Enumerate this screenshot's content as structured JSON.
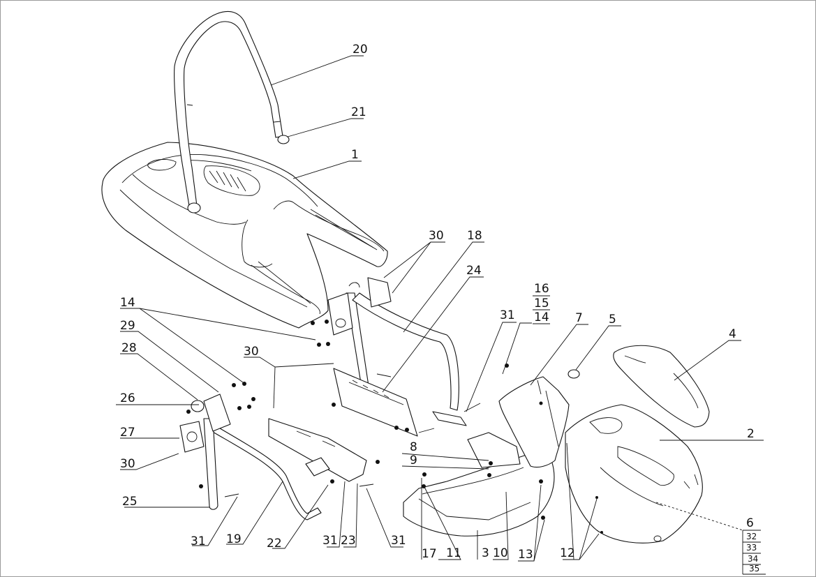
{
  "diagram": {
    "callouts": [
      {
        "id": "c20",
        "label": "20"
      },
      {
        "id": "c21",
        "label": "21"
      },
      {
        "id": "c1",
        "label": "1"
      },
      {
        "id": "c30a",
        "label": "30"
      },
      {
        "id": "c18",
        "label": "18"
      },
      {
        "id": "c24",
        "label": "24"
      },
      {
        "id": "c16",
        "label": "16"
      },
      {
        "id": "c15",
        "label": "15"
      },
      {
        "id": "c14a",
        "label": "14"
      },
      {
        "id": "c31a",
        "label": "31"
      },
      {
        "id": "c7",
        "label": "7"
      },
      {
        "id": "c5",
        "label": "5"
      },
      {
        "id": "c4",
        "label": "4"
      },
      {
        "id": "c2",
        "label": "2"
      },
      {
        "id": "c14b",
        "label": "14"
      },
      {
        "id": "c29",
        "label": "29"
      },
      {
        "id": "c28",
        "label": "28"
      },
      {
        "id": "c30b",
        "label": "30"
      },
      {
        "id": "c26",
        "label": "26"
      },
      {
        "id": "c27",
        "label": "27"
      },
      {
        "id": "c30c",
        "label": "30"
      },
      {
        "id": "c25",
        "label": "25"
      },
      {
        "id": "c8",
        "label": "8"
      },
      {
        "id": "c9",
        "label": "9"
      },
      {
        "id": "c31b",
        "label": "31"
      },
      {
        "id": "c19",
        "label": "19"
      },
      {
        "id": "c22",
        "label": "22"
      },
      {
        "id": "c31c",
        "label": "31"
      },
      {
        "id": "c23",
        "label": "23"
      },
      {
        "id": "c31d",
        "label": "31"
      },
      {
        "id": "c17",
        "label": "17"
      },
      {
        "id": "c11",
        "label": "11"
      },
      {
        "id": "c3",
        "label": "3"
      },
      {
        "id": "c10",
        "label": "10"
      },
      {
        "id": "c13",
        "label": "13"
      },
      {
        "id": "c12",
        "label": "12"
      },
      {
        "id": "c6",
        "label": "6"
      }
    ],
    "sub_list_6": [
      "32",
      "33",
      "34",
      "35"
    ]
  }
}
